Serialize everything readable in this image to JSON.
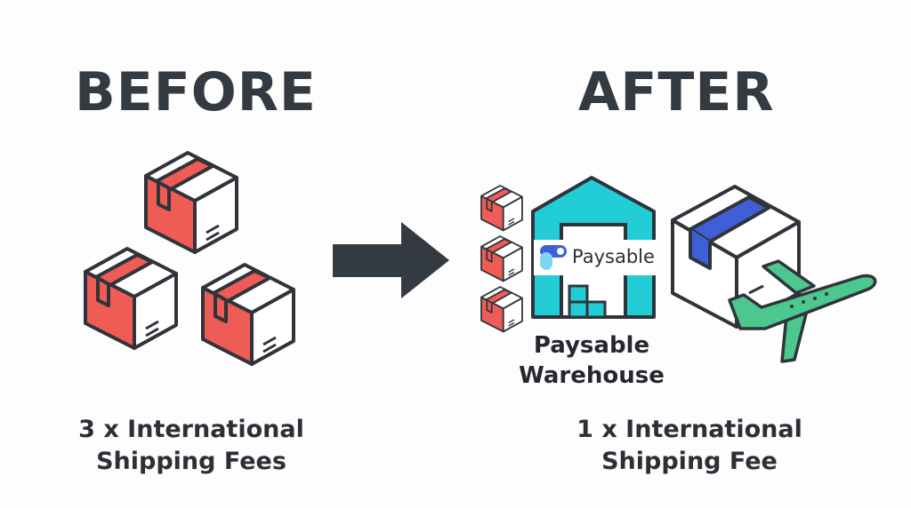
{
  "before": {
    "heading": "BEFORE",
    "caption_line1": "3 x International",
    "caption_line2": "Shipping Fees",
    "box_count": 3
  },
  "after": {
    "heading": "AFTER",
    "warehouse_logo": "Paysable",
    "warehouse_label_line1": "Paysable",
    "warehouse_label_line2": "Warehouse",
    "caption_line1": "1 x International",
    "caption_line2": "Shipping Fee"
  },
  "colors": {
    "text": "#343a42",
    "box_red": "#ef5b55",
    "warehouse_teal": "#22cdd6",
    "tape_blue": "#3f5fd6",
    "plane_green": "#4cc78e",
    "arrow": "#343a42"
  }
}
